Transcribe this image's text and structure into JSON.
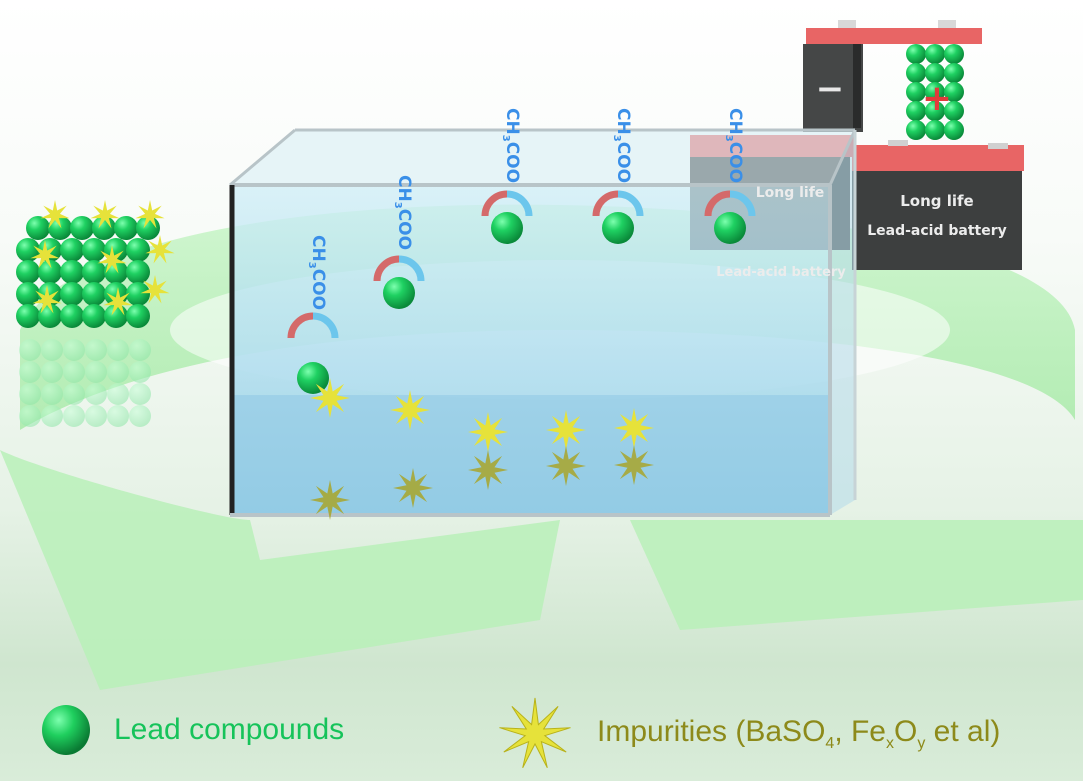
{
  "figure": {
    "description": "Recycling lead compounds from spent lead paste via acetate leaching into long-life lead-acid batteries",
    "colors": {
      "lead_sphere": "#1fcf5e",
      "impurity": "#e6e23a",
      "acetate_label": "#3a8fe8",
      "cycle_arrow": "#b6f2b6",
      "battery_body": "#3d3f3f",
      "battery_lid": "#e86565",
      "water": "#a9d9ec"
    }
  },
  "acetate_labels": [
    "CH3COO",
    "CH3COO",
    "CH3COO",
    "CH3COO",
    "CH3COO"
  ],
  "acetate_display": {
    "c": "CH",
    "sub": "3",
    "rest": "COO"
  },
  "battery": {
    "line1": "Long life",
    "line2": "Lead-acid battery",
    "negative_symbol": "−",
    "positive_symbol": "+"
  },
  "legend": {
    "lead": {
      "icon": "green-sphere-icon",
      "label": "Lead compounds"
    },
    "impurities": {
      "icon": "yellow-spiky-impurity-icon",
      "label_prefix": "Impurities (BaSO",
      "sub1": "4",
      "mid1": ", Fe",
      "sub2": "x",
      "mid2": "O",
      "sub3": "y",
      "suffix": " et al)"
    }
  }
}
